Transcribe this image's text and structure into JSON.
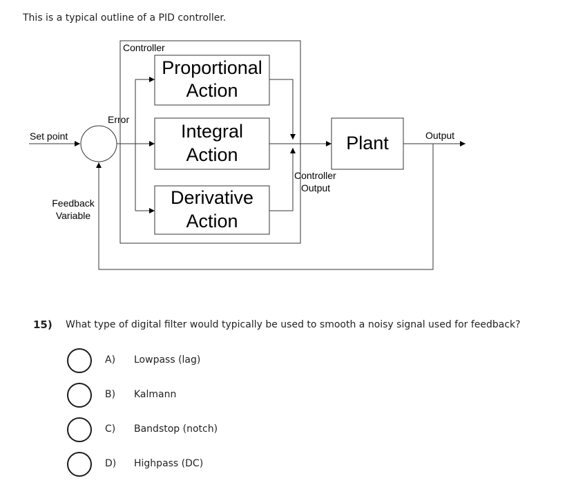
{
  "intro": "This is a typical outline of a PID controller.",
  "diagram": {
    "controller_label": "Controller",
    "proportional": [
      "Proportional",
      "Action"
    ],
    "integral": [
      "Integral",
      "Action"
    ],
    "derivative": [
      "Derivative",
      "Action"
    ],
    "plant": "Plant",
    "error": "Error",
    "set_point": "Set point",
    "output": "Output",
    "controller_output": [
      "Controller",
      "Output"
    ],
    "feedback": [
      "Feedback",
      "Variable"
    ]
  },
  "question": {
    "number": "15)",
    "text": "What type of digital filter would typically be used to smooth a noisy signal used for feedback?",
    "options": [
      {
        "letter": "A)",
        "text": "Lowpass (lag)"
      },
      {
        "letter": "B)",
        "text": "Kalmann"
      },
      {
        "letter": "C)",
        "text": "Bandstop (notch)"
      },
      {
        "letter": "D)",
        "text": "Highpass (DC)"
      }
    ]
  }
}
